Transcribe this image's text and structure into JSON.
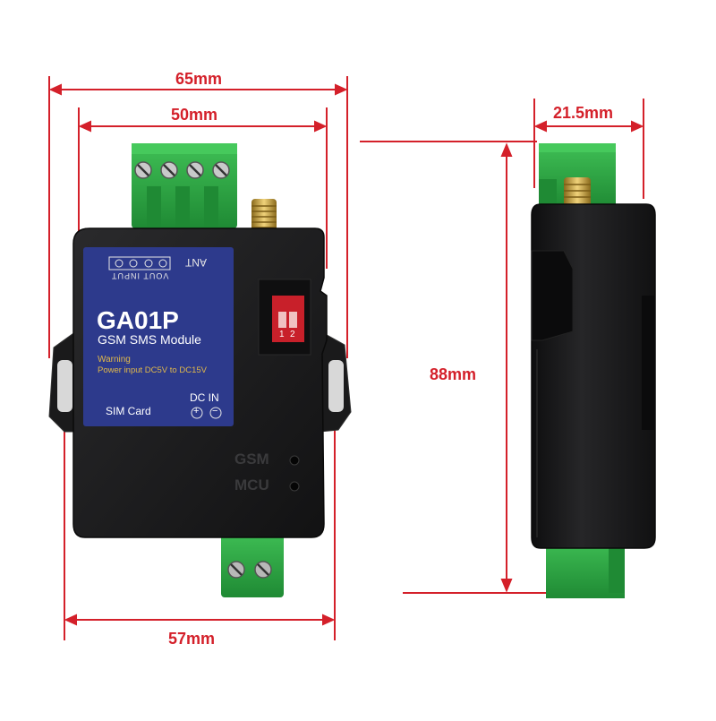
{
  "dimensions": {
    "width_outer": "65mm",
    "width_inner": "50mm",
    "width_bottom": "57mm",
    "depth": "21.5mm",
    "height": "88mm"
  },
  "label": {
    "ant": "ANT",
    "terminal_legend": "VOUT INPUT",
    "model": "GA01P",
    "subtitle": "GSM SMS Module",
    "warning_title": "Warning",
    "warning_text": "Power input DC5V to DC15V",
    "dc_in": "DC IN",
    "sim_card": "SIM Card",
    "plus": "+",
    "minus": "−"
  },
  "switch": {
    "pos1": "1",
    "pos2": "2"
  },
  "indicators": {
    "gsm": "GSM",
    "mcu": "MCU"
  },
  "colors": {
    "dimension": "#d4202a",
    "housing": "#1b1b1d",
    "label_panel": "#2d3a8c",
    "terminal": "#2fa045",
    "switch": "#c8202a",
    "antenna": "#c9a13a"
  }
}
